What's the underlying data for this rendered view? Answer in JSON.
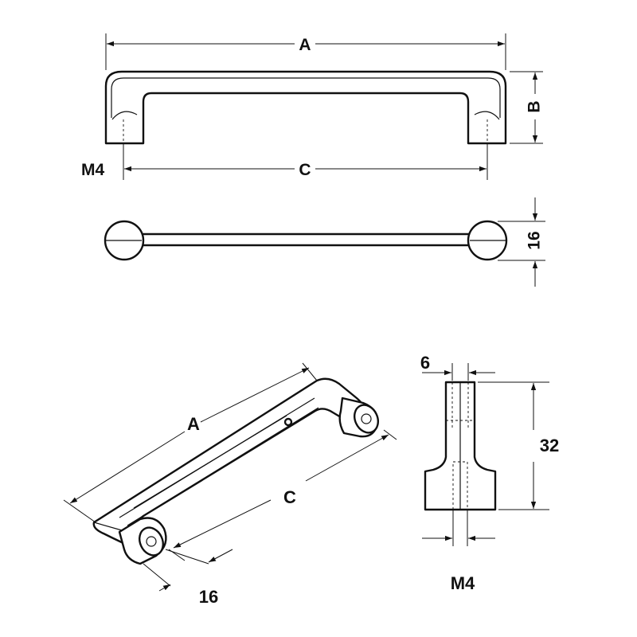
{
  "colors": {
    "line": "#111111",
    "background": "#ffffff"
  },
  "labels": {
    "front_length": "A",
    "front_height": "B",
    "front_thread": "M4",
    "front_center": "C",
    "top_depth": "16",
    "iso_length": "A",
    "iso_center": "C",
    "iso_depth": "16",
    "side_width": "6",
    "side_height": "32",
    "side_thread": "M4"
  }
}
